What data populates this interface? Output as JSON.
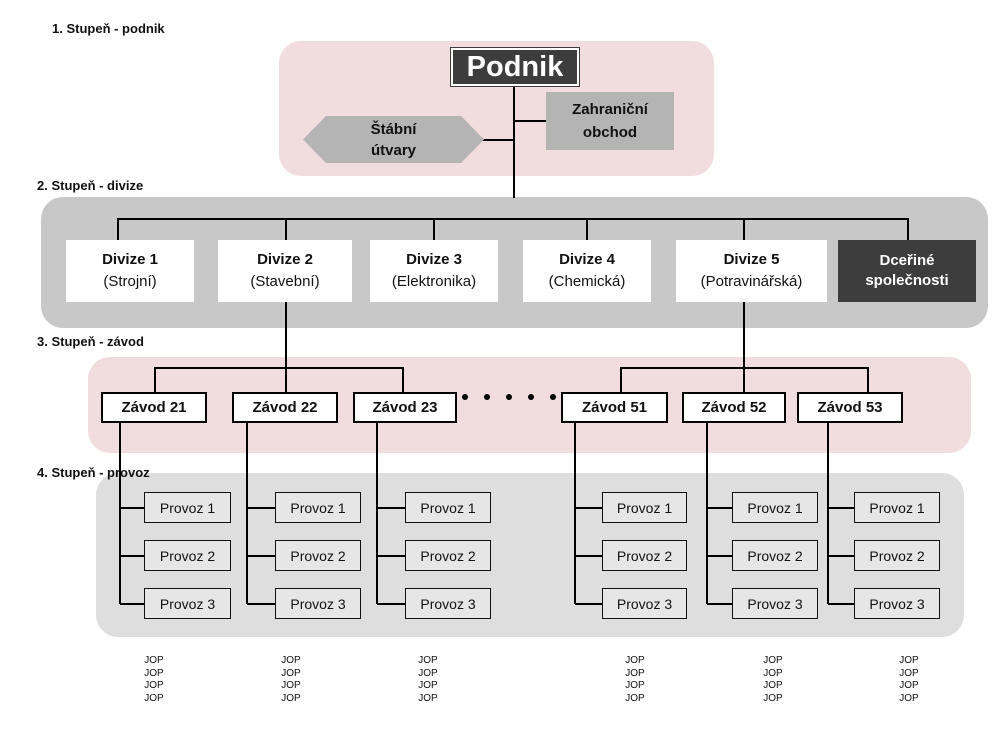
{
  "levels": {
    "l1": "1. Stupeň - podnik",
    "l2": "2. Stupeň - divize",
    "l3": "3. Stupeň - závod",
    "l4": "4. Stupeň - provoz"
  },
  "top": {
    "podnik": "Podnik",
    "zahranicni": [
      "Zahraniční",
      "obchod"
    ],
    "stabni": [
      "Štábní",
      "útvary"
    ]
  },
  "divisions": [
    {
      "title": "Divize 1",
      "sub": "(Strojní)"
    },
    {
      "title": "Divize 2",
      "sub": "(Stavební)"
    },
    {
      "title": "Divize 3",
      "sub": "(Elektronika)"
    },
    {
      "title": "Divize 4",
      "sub": "(Chemická)"
    },
    {
      "title": "Divize 5",
      "sub": "(Potravinářská)"
    },
    {
      "title": "Dceřiné",
      "sub": "společnosti",
      "dark": true
    }
  ],
  "zavody": [
    "Závod 21",
    "Závod 22",
    "Závod 23",
    "Závod 51",
    "Závod 52",
    "Závod 53"
  ],
  "provozy": [
    "Provoz 1",
    "Provoz 2",
    "Provoz 3"
  ],
  "jop": [
    "JOP",
    "JOP",
    "JOP",
    "JOP"
  ],
  "colors": {
    "pink_band": "#f1dddd",
    "gray_band": "#c8c8c8",
    "light_gray_band": "#dedede",
    "dark_box": "#3d3d3d"
  }
}
